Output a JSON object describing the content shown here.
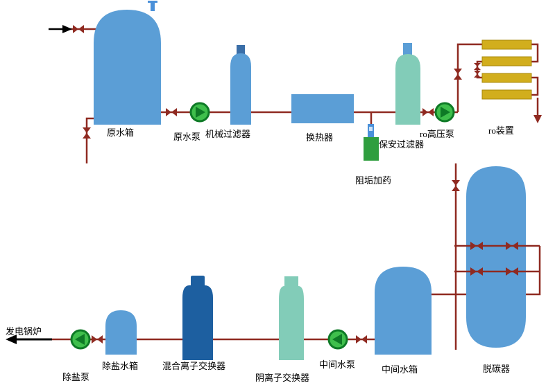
{
  "diagram": {
    "labels": {
      "raw_water_tank": "原水箱",
      "raw_water_pump": "原水泵",
      "mechanical_filter": "机械过滤器",
      "heat_exchanger": "换热器",
      "security_filter": "保安过滤器",
      "antiscalant_dosing": "阻垢加药",
      "ro_hp_pump": "ro高压泵",
      "ro_unit": "ro装置",
      "decarbonizer": "脱碳器",
      "intermediate_tank": "中间水箱",
      "intermediate_pump": "中间水泵",
      "anion_exchanger": "阴离子交换器",
      "mixed_ion_exchanger": "混合离子交换器",
      "demin_tank": "除盐水箱",
      "demin_pump": "除盐泵",
      "boiler": "发电锅炉"
    },
    "colors": {
      "pipe": "#8f2a21",
      "tank_blue": "#5b9ed6",
      "teal": "#82ccb8",
      "dark_blue": "#1d5fa0",
      "dosing_green": "#2f9e3f",
      "ro_yellow": "#d2ae1d",
      "pump_green": "#3fbf4c",
      "pump_dark": "#0e7a26",
      "accent_blue": "#4a90d9",
      "background": "#ffffff"
    }
  }
}
